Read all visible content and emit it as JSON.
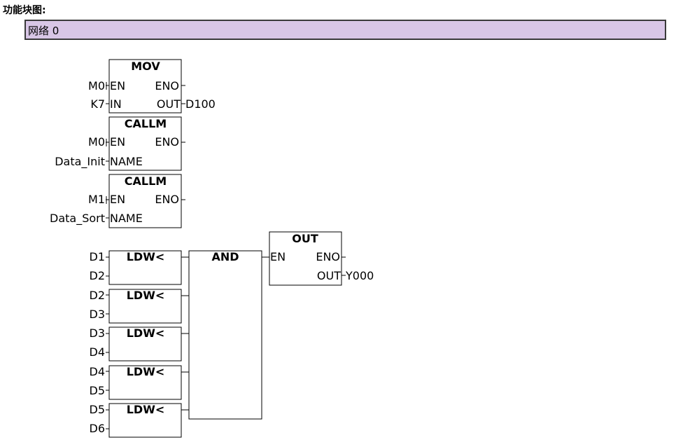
{
  "header": {
    "title": "功能块图:"
  },
  "network": {
    "label": "网络 0"
  },
  "blocks": {
    "mov": {
      "title": "MOV",
      "in1_pin": "EN",
      "in2_pin": "IN",
      "out1_pin": "ENO",
      "out2_pin": "OUT",
      "in1": "M0",
      "in2": "K7",
      "out2": "D100"
    },
    "callm1": {
      "title": "CALLM",
      "in1_pin": "EN",
      "in2_pin": "NAME",
      "out1_pin": "ENO",
      "in1": "M0",
      "in2": "Data_Init"
    },
    "callm2": {
      "title": "CALLM",
      "in1_pin": "EN",
      "in2_pin": "NAME",
      "out1_pin": "ENO",
      "in1": "M1",
      "in2": "Data_Sort"
    },
    "ldw": [
      {
        "title": "LDW<",
        "in1": "D1",
        "in2": "D2"
      },
      {
        "title": "LDW<",
        "in1": "D2",
        "in2": "D3"
      },
      {
        "title": "LDW<",
        "in1": "D3",
        "in2": "D4"
      },
      {
        "title": "LDW<",
        "in1": "D4",
        "in2": "D5"
      },
      {
        "title": "LDW<",
        "in1": "D5",
        "in2": "D6"
      }
    ],
    "and": {
      "title": "AND"
    },
    "out": {
      "title": "OUT",
      "in1_pin": "EN",
      "out1_pin": "ENO",
      "out2_pin": "OUT",
      "out2": "Y000"
    }
  }
}
